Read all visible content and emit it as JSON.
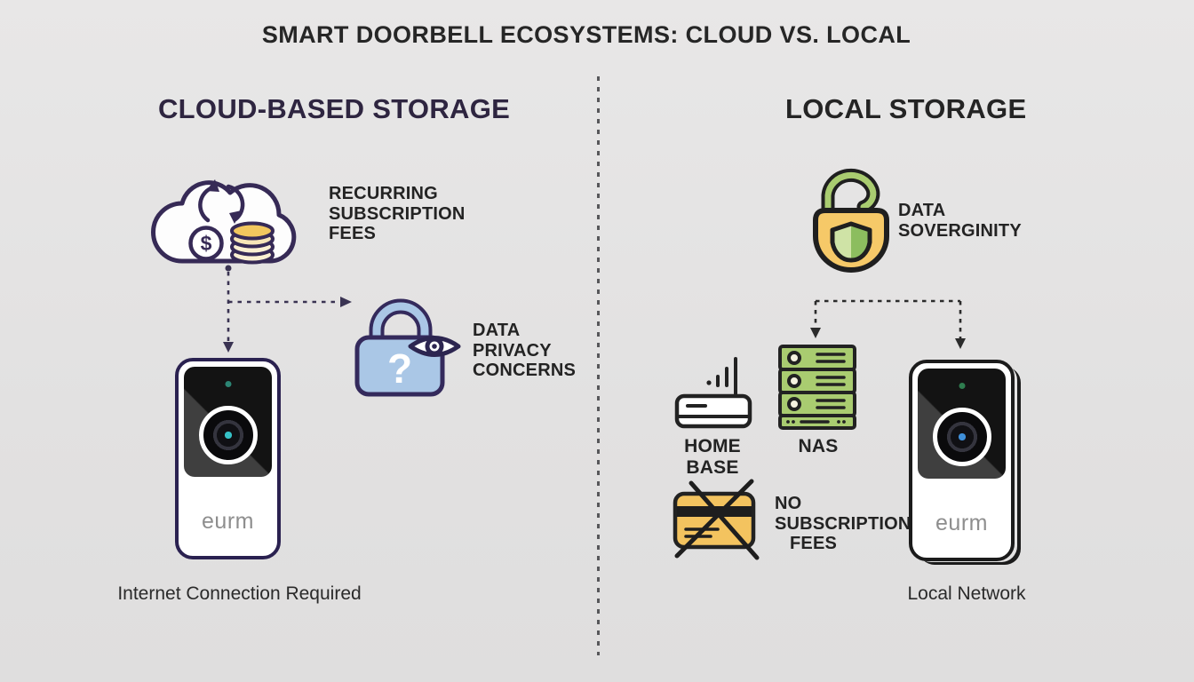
{
  "title": "SMART DOORBELL ECOSYSTEMS: CLOUD VS. LOCAL",
  "left": {
    "heading": "CLOUD-BASED STORAGE",
    "recurring_fees": {
      "lines": [
        "RECURRING",
        "SUBSCRIPTION",
        "FEES"
      ]
    },
    "privacy": {
      "lines": [
        "DATA",
        "PRIVACY",
        "CONCERNS"
      ]
    },
    "cloud": {
      "dollar_glyph": "$"
    },
    "lock": {
      "glyph": "?"
    },
    "doorbell": {
      "brand": "eurm"
    },
    "caption": "Internet Connection Required"
  },
  "right": {
    "heading": "LOCAL STORAGE",
    "sovereignty": {
      "lines": [
        "DATA",
        "SOVERGINITY"
      ]
    },
    "home_base": {
      "label": "HOME BASE"
    },
    "nas": {
      "label": "NAS"
    },
    "no_fees": {
      "lines": [
        "NO",
        "SUBSCRIPTION",
        "FEES"
      ]
    },
    "doorbell": {
      "brand": "eurm"
    },
    "caption": "Local Network"
  },
  "icons": {
    "left": [
      "cloud-subscription-icon",
      "sync-arrows-icon",
      "dollar-coin-icon",
      "coin-stack-icon",
      "privacy-lock-icon",
      "eye-icon",
      "doorbell-device"
    ],
    "right": [
      "open-padlock-icon",
      "shield-icon",
      "home-base-icon",
      "nas-server-icon",
      "crossed-credit-card-icon",
      "doorbell-device"
    ]
  },
  "colors": {
    "background": "#e2e1e1",
    "ink": "#232323",
    "purple_outline": "#362a56",
    "lock_blue": "#aac7e6",
    "coin_yellow": "#f2c75e",
    "green": "#a9cc70",
    "card_yellow": "#f3c35f",
    "dark_outline": "#1f1f1f"
  }
}
